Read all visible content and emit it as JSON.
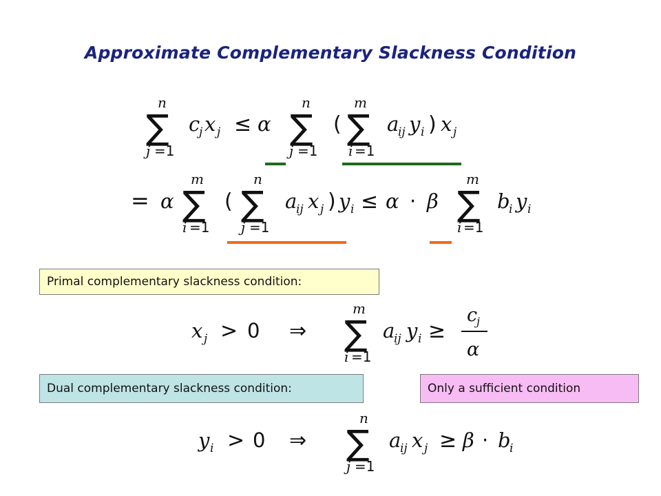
{
  "slide": {
    "title": "Approximate Complementary Slackness Condition",
    "primal_label": "Primal complementary slackness condition:",
    "dual_label": "Dual complementary slackness condition:",
    "sufficient_note": "Only a sufficient condition"
  },
  "colors": {
    "title": "#1a237e",
    "underline_green": "#1b6b1b",
    "underline_orange": "#ee6a1a",
    "primal_box": "#ffffcc",
    "dual_box": "#bfe4e6",
    "sufficient_box": "#f8bcf5"
  }
}
